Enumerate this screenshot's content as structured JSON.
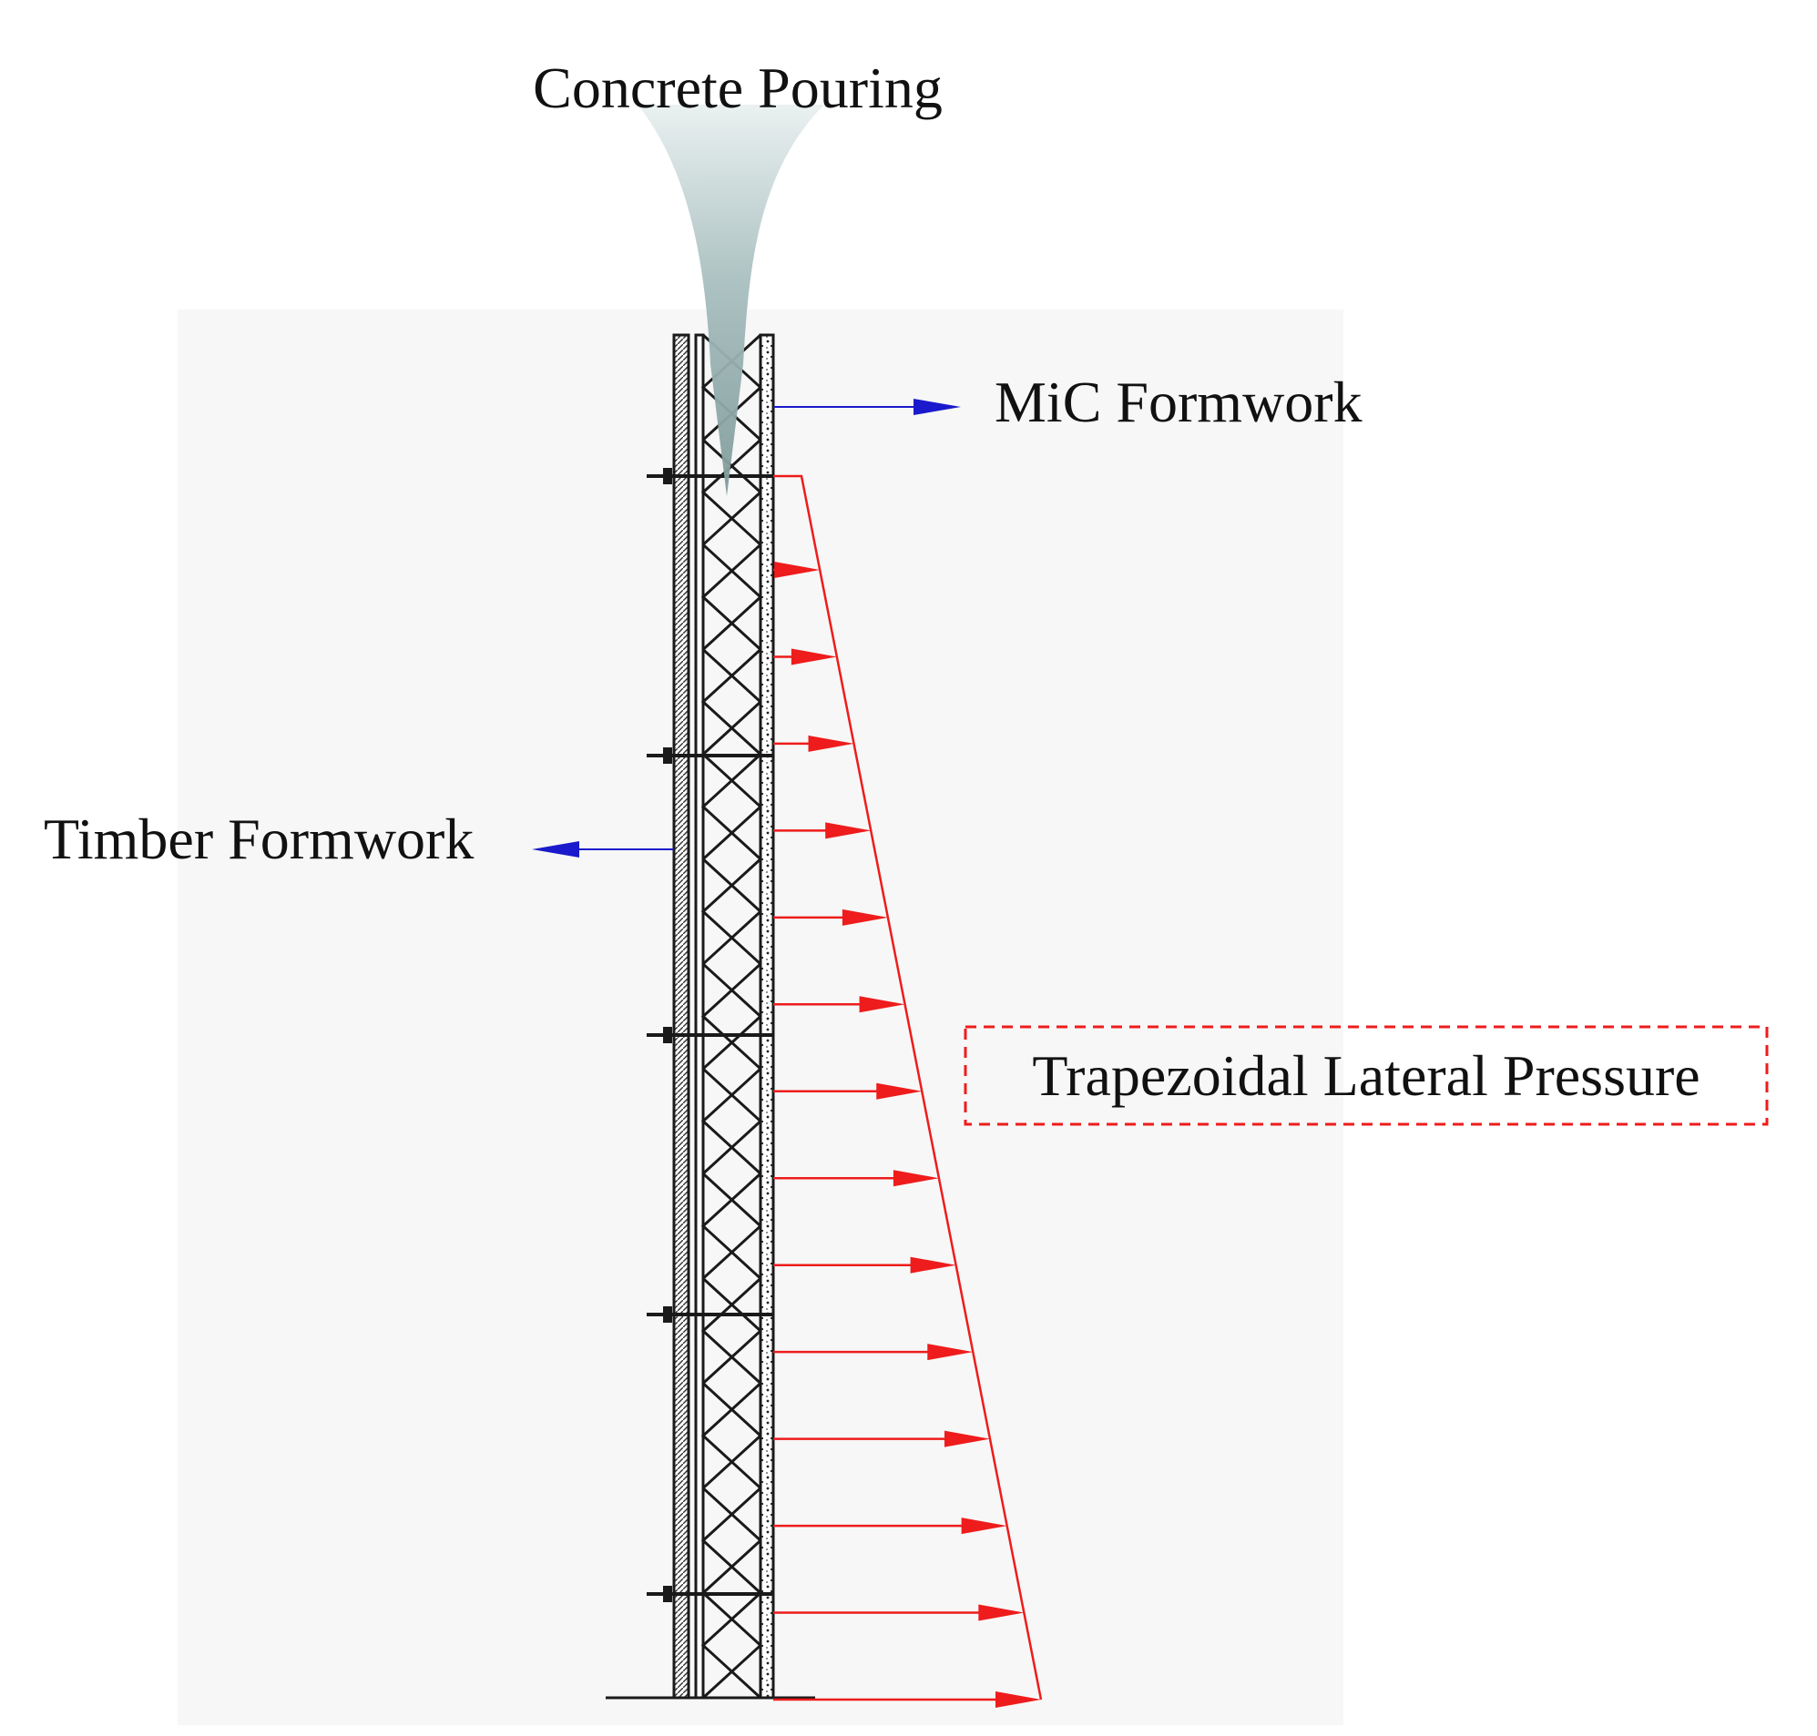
{
  "labels": {
    "concrete_pouring": "Concrete Pouring",
    "mic_formwork": "MiC Formwork",
    "timber_formwork": "Timber Formwork",
    "trapezoidal_pressure": "Trapezoidal Lateral Pressure"
  },
  "colors": {
    "pressure": "#ee1c1c",
    "leader": "#1a1acc",
    "structure": "#1a1a1a",
    "pour": "#8aa6a6",
    "backdrop": "#f7f7f7"
  },
  "structure": {
    "truss_bays": 13,
    "tie_levels": 5
  },
  "pressure": {
    "arrow_count": 14,
    "distribution": "trapezoidal"
  }
}
